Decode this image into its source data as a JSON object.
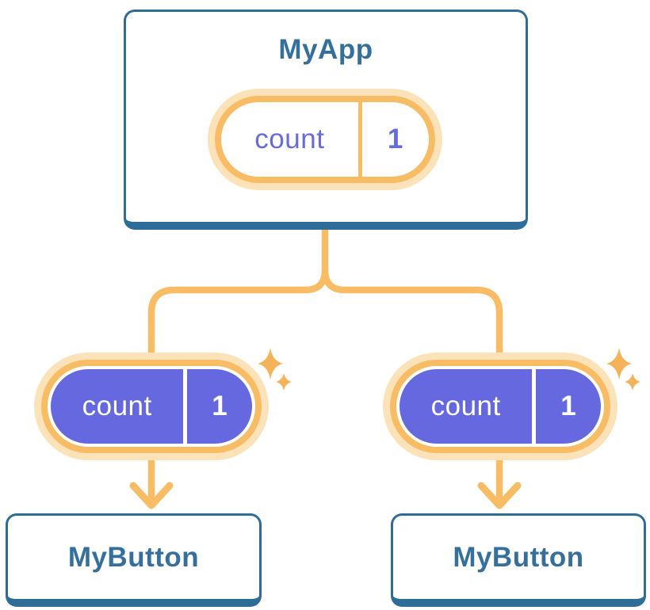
{
  "colors": {
    "background": "#ffffff",
    "card_border_blue": "#2E6D97",
    "heading_blue": "#35709D",
    "pill_purple": "#6568DE",
    "pill_text_purple": "#666CE0",
    "orange": "#F8BC64",
    "orange_deep": "#F5B259",
    "orange_glow": "#FCE2B9"
  },
  "diagram": {
    "root_card": {
      "title": "MyApp",
      "state_pill": {
        "label": "count",
        "value": "1"
      }
    },
    "child_cards": [
      {
        "title": "MyButton",
        "prop_pill": {
          "label": "count",
          "value": "1"
        }
      },
      {
        "title": "MyButton",
        "prop_pill": {
          "label": "count",
          "value": "1"
        }
      }
    ]
  }
}
